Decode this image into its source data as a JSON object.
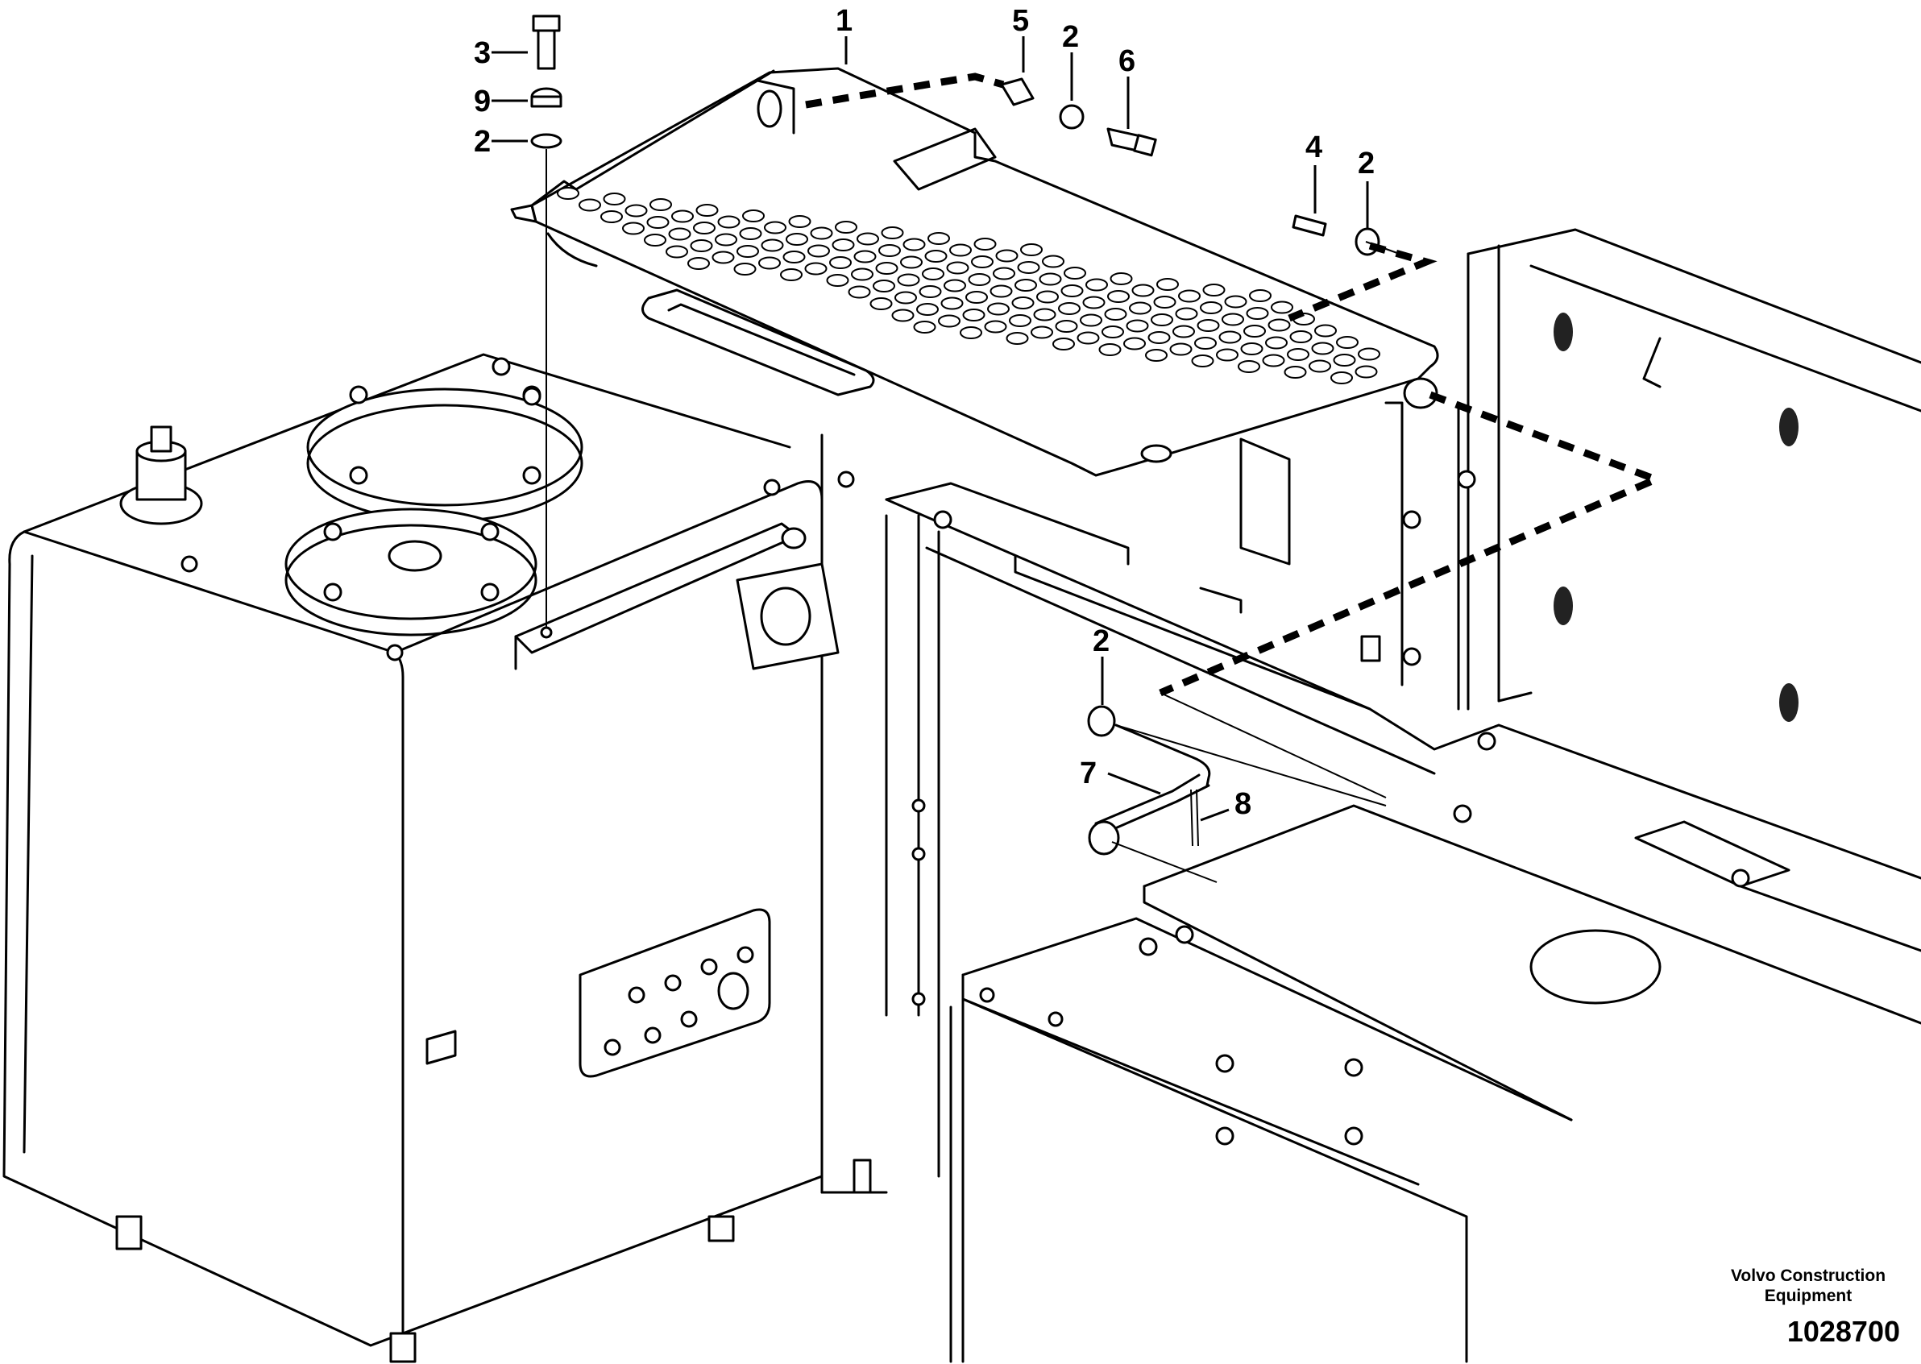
{
  "callouts": [
    {
      "id": "1",
      "text": "1"
    },
    {
      "id": "2a",
      "text": "2"
    },
    {
      "id": "2b",
      "text": "2"
    },
    {
      "id": "2c",
      "text": "2"
    },
    {
      "id": "2d",
      "text": "2"
    },
    {
      "id": "3",
      "text": "3"
    },
    {
      "id": "4",
      "text": "4"
    },
    {
      "id": "5",
      "text": "5"
    },
    {
      "id": "6",
      "text": "6"
    },
    {
      "id": "7",
      "text": "7"
    },
    {
      "id": "8",
      "text": "8"
    },
    {
      "id": "9",
      "text": "9"
    }
  ],
  "footer": {
    "brand_line1": "Volvo Construction",
    "brand_line2": "Equipment",
    "doc_number": "1028700"
  }
}
